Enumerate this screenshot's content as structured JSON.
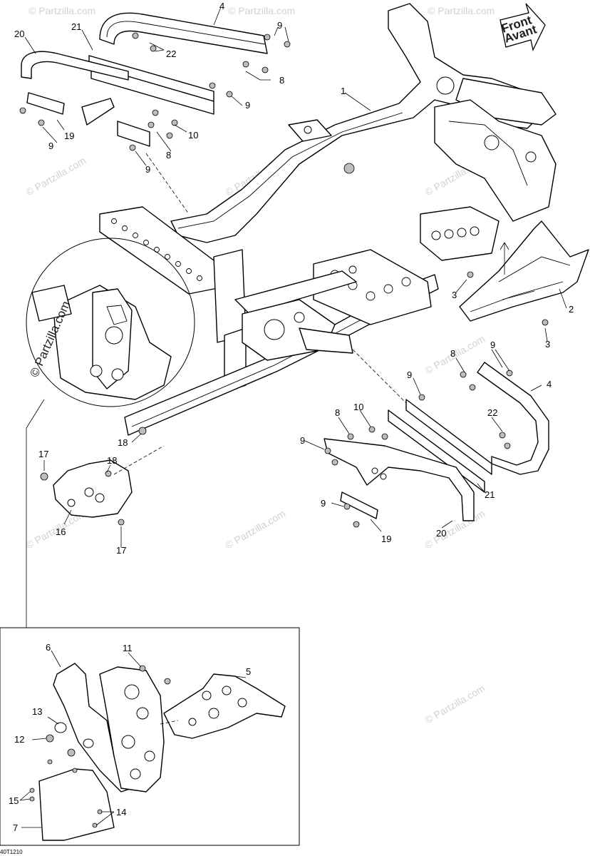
{
  "direction_arrow": {
    "line1": "Front",
    "line2": "Avant"
  },
  "watermark": {
    "text": "© Partzilla.com"
  },
  "drawing_code": "40T1210",
  "callouts": [
    {
      "id": "c1",
      "text": "1"
    },
    {
      "id": "c2",
      "text": "2"
    },
    {
      "id": "c3a",
      "text": "3"
    },
    {
      "id": "c3b",
      "text": "3"
    },
    {
      "id": "c4a",
      "text": "4"
    },
    {
      "id": "c4b",
      "text": "4"
    },
    {
      "id": "c5",
      "text": "5"
    },
    {
      "id": "c6",
      "text": "6"
    },
    {
      "id": "c7",
      "text": "7"
    },
    {
      "id": "c8a",
      "text": "8"
    },
    {
      "id": "c8b",
      "text": "8"
    },
    {
      "id": "c8c",
      "text": "8"
    },
    {
      "id": "c8d",
      "text": "8"
    },
    {
      "id": "c9a",
      "text": "9"
    },
    {
      "id": "c9b",
      "text": "9"
    },
    {
      "id": "c9c",
      "text": "9"
    },
    {
      "id": "c9d",
      "text": "9"
    },
    {
      "id": "c9e",
      "text": "9"
    },
    {
      "id": "c9f",
      "text": "9"
    },
    {
      "id": "c9g",
      "text": "9"
    },
    {
      "id": "c9h",
      "text": "9"
    },
    {
      "id": "c10a",
      "text": "10"
    },
    {
      "id": "c10b",
      "text": "10"
    },
    {
      "id": "c11",
      "text": "11"
    },
    {
      "id": "c12",
      "text": "12"
    },
    {
      "id": "c13",
      "text": "13"
    },
    {
      "id": "c14",
      "text": "14"
    },
    {
      "id": "c15",
      "text": "15"
    },
    {
      "id": "c16",
      "text": "16"
    },
    {
      "id": "c17a",
      "text": "17"
    },
    {
      "id": "c17b",
      "text": "17"
    },
    {
      "id": "c18a",
      "text": "18"
    },
    {
      "id": "c18b",
      "text": "18"
    },
    {
      "id": "c19a",
      "text": "19"
    },
    {
      "id": "c19b",
      "text": "19"
    },
    {
      "id": "c20a",
      "text": "20"
    },
    {
      "id": "c20b",
      "text": "20"
    },
    {
      "id": "c21a",
      "text": "21"
    },
    {
      "id": "c21b",
      "text": "21"
    },
    {
      "id": "c22a",
      "text": "22"
    },
    {
      "id": "c22b",
      "text": "22"
    }
  ]
}
